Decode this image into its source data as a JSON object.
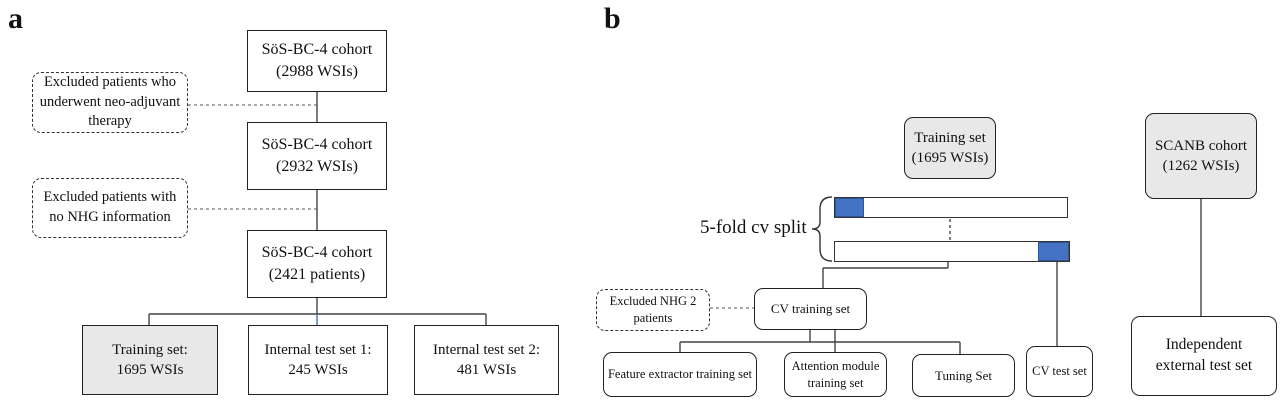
{
  "panel_a": {
    "label": "a",
    "cohort_1": {
      "line1": "SöS-BC-4 cohort",
      "line2": "(2988 WSIs)"
    },
    "exclusion_1": "Excluded patients who underwent neo-adjuvant therapy",
    "cohort_2": {
      "line1": "SöS-BC-4 cohort",
      "line2": "(2932 WSIs)"
    },
    "exclusion_2": "Excluded patients with no NHG information",
    "cohort_3": {
      "line1": "SöS-BC-4 cohort",
      "line2": "(2421 patients)"
    },
    "training": {
      "line1": "Training set:",
      "line2": "1695 WSIs"
    },
    "test1": {
      "line1": "Internal test set 1:",
      "line2": "245 WSIs"
    },
    "test2": {
      "line1": "Internal test set 2:",
      "line2": "481 WSIs"
    }
  },
  "panel_b": {
    "label": "b",
    "training": {
      "line1": "Training set",
      "line2": "(1695 WSIs)"
    },
    "scanb": {
      "line1": "SCANB cohort",
      "line2": "(1262 WSIs)"
    },
    "cv_split_label": "5-fold cv split",
    "excluded_nhg2": "Excluded NHG 2 patients",
    "cv_training": "CV training set",
    "feature_extractor": "Feature extractor training set",
    "attention_module": "Attention module training set",
    "tuning": "Tuning Set",
    "cv_test": "CV test set",
    "external_test": "Independent external test set"
  },
  "colors": {
    "fold_highlight": "#4472c4",
    "gray_box": "#e8e8e8"
  }
}
